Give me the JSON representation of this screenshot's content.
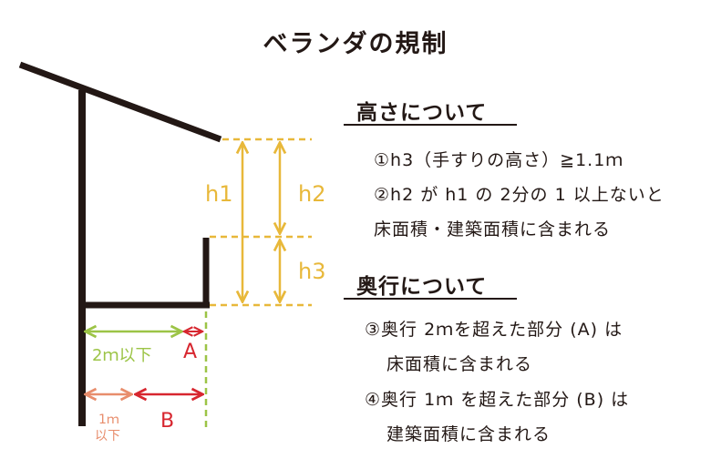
{
  "title": "ベランダの規制",
  "diagram": {
    "labels": {
      "h1": "h1",
      "h2": "h2",
      "h3": "h3",
      "depth_2m": "2ｍ以下",
      "A": "A",
      "depth_1m_line1": "1ｍ",
      "depth_1m_line2": "以下",
      "B": "B"
    },
    "colors": {
      "structure": "#231815",
      "height": "#e8b83a",
      "green": "#9cc446",
      "red": "#d7262f",
      "salmon": "#e88d6c"
    }
  },
  "section_height": {
    "heading": "高さについて",
    "items": [
      "①h3（手すりの高さ）≧1.1ｍ",
      "②h2 が h1 の 2分の 1 以上ないと",
      "床面積・建築面積に含まれる"
    ]
  },
  "section_depth": {
    "heading": "奥行について",
    "items": [
      "③奥行 2ｍを超えた部分 (A) は",
      "床面積に含まれる",
      "④奥行 1ｍ を超えた部分 (B) は",
      "建築面積に含まれる"
    ]
  }
}
